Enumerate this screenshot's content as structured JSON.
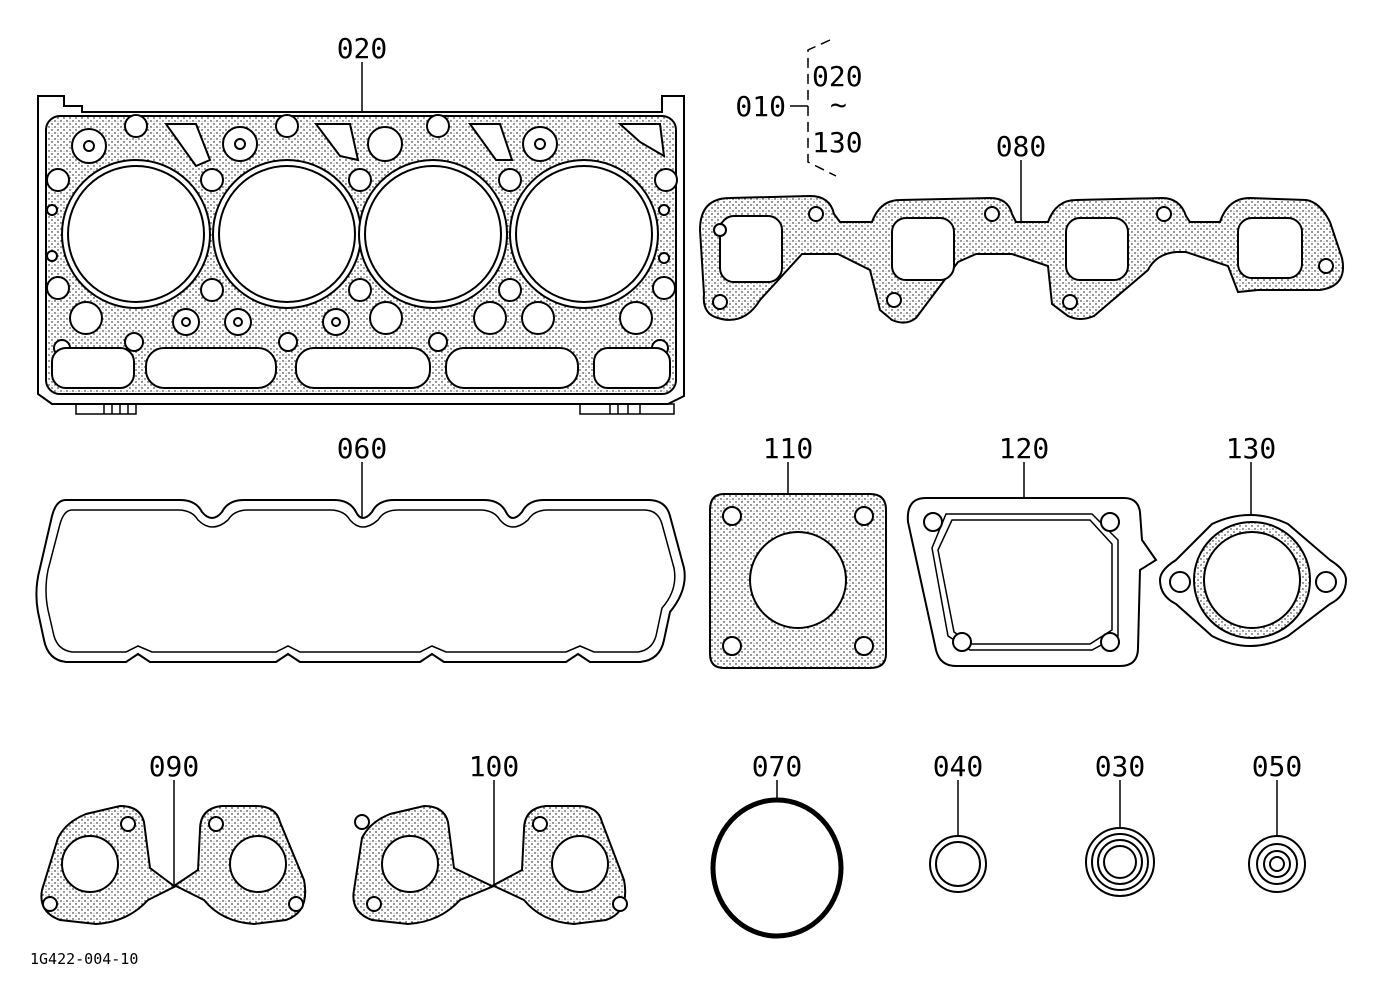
{
  "diagram": {
    "drawing_number": "1G422-004-10",
    "kit": {
      "part": "010",
      "range_start": "020",
      "range_mark": "~",
      "range_end": "130"
    },
    "parts": [
      {
        "no": "020",
        "name": "cylinder-head-gasket"
      },
      {
        "no": "080",
        "name": "exhaust-manifold-gasket"
      },
      {
        "no": "060",
        "name": "head-cover-gasket"
      },
      {
        "no": "110",
        "name": "square-flange-gasket"
      },
      {
        "no": "120",
        "name": "thermostat-cover-gasket"
      },
      {
        "no": "130",
        "name": "oval-flange-gasket"
      },
      {
        "no": "090",
        "name": "intake-gasket-left"
      },
      {
        "no": "100",
        "name": "intake-gasket-right"
      },
      {
        "no": "070",
        "name": "o-ring"
      },
      {
        "no": "040",
        "name": "washer-small"
      },
      {
        "no": "030",
        "name": "washer-double"
      },
      {
        "no": "050",
        "name": "washer-triple"
      }
    ]
  }
}
